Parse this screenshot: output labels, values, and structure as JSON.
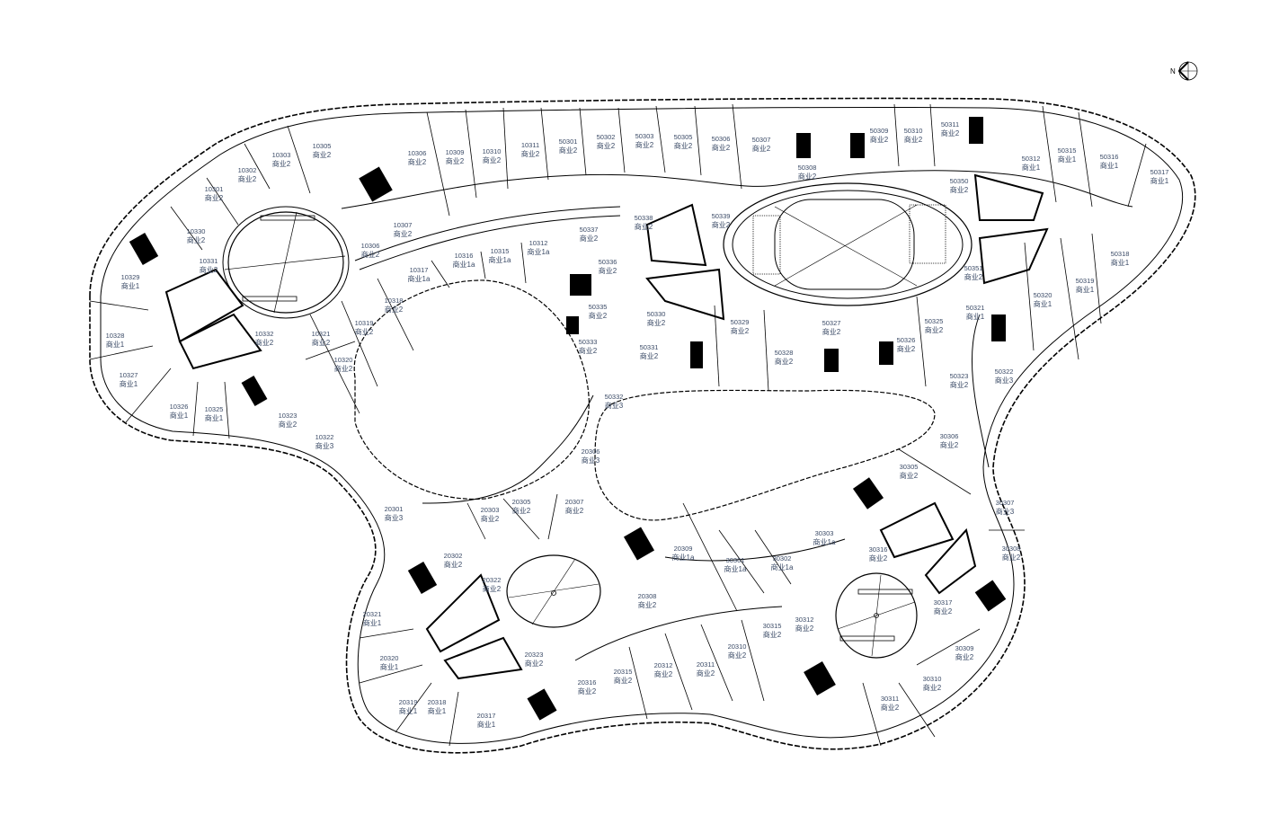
{
  "plan": {
    "line_color": "#000000",
    "label_color": "#3a4a66",
    "compass_label": "N",
    "units": [
      {
        "no": "10301",
        "use": "商业2"
      },
      {
        "no": "10302",
        "use": "商业2"
      },
      {
        "no": "10303",
        "use": "商业2"
      },
      {
        "no": "10305",
        "use": "商业2"
      },
      {
        "no": "10306",
        "use": "商业2"
      },
      {
        "no": "10309",
        "use": "商业2"
      },
      {
        "no": "10310",
        "use": "商业2"
      },
      {
        "no": "10311",
        "use": "商业2"
      },
      {
        "no": "10307",
        "use": "商业2"
      },
      {
        "no": "10306",
        "use": "商业2"
      },
      {
        "no": "10330",
        "use": "商业2"
      },
      {
        "no": "10331",
        "use": "商业2"
      },
      {
        "no": "10329",
        "use": "商业1"
      },
      {
        "no": "10328",
        "use": "商业1"
      },
      {
        "no": "10327",
        "use": "商业1"
      },
      {
        "no": "10326",
        "use": "商业1"
      },
      {
        "no": "10325",
        "use": "商业1"
      },
      {
        "no": "10323",
        "use": "商业2"
      },
      {
        "no": "10322",
        "use": "商业3"
      },
      {
        "no": "10332",
        "use": "商业2"
      },
      {
        "no": "10321",
        "use": "商业2"
      },
      {
        "no": "10320",
        "use": "商业2"
      },
      {
        "no": "10319",
        "use": "商业2"
      },
      {
        "no": "10318",
        "use": "商业2"
      },
      {
        "no": "10317",
        "use": "商业1a"
      },
      {
        "no": "10316",
        "use": "商业1a"
      },
      {
        "no": "10315",
        "use": "商业1a"
      },
      {
        "no": "10312",
        "use": "商业1a"
      },
      {
        "no": "50301",
        "use": "商业2"
      },
      {
        "no": "50302",
        "use": "商业2"
      },
      {
        "no": "50303",
        "use": "商业2"
      },
      {
        "no": "50305",
        "use": "商业2"
      },
      {
        "no": "50306",
        "use": "商业2"
      },
      {
        "no": "50307",
        "use": "商业2"
      },
      {
        "no": "50309",
        "use": "商业2"
      },
      {
        "no": "50310",
        "use": "商业2"
      },
      {
        "no": "50311",
        "use": "商业2"
      },
      {
        "no": "50308",
        "use": "商业2"
      },
      {
        "no": "50312",
        "use": "商业1"
      },
      {
        "no": "50315",
        "use": "商业1"
      },
      {
        "no": "50316",
        "use": "商业1"
      },
      {
        "no": "50317",
        "use": "商业1"
      },
      {
        "no": "50350",
        "use": "商业2"
      },
      {
        "no": "50351",
        "use": "商业2"
      },
      {
        "no": "50318",
        "use": "商业1"
      },
      {
        "no": "50319",
        "use": "商业1"
      },
      {
        "no": "50320",
        "use": "商业1"
      },
      {
        "no": "50321",
        "use": "商业1"
      },
      {
        "no": "50322",
        "use": "商业3"
      },
      {
        "no": "50323",
        "use": "商业2"
      },
      {
        "no": "50325",
        "use": "商业2"
      },
      {
        "no": "50326",
        "use": "商业2"
      },
      {
        "no": "50327",
        "use": "商业2"
      },
      {
        "no": "50328",
        "use": "商业2"
      },
      {
        "no": "50329",
        "use": "商业2"
      },
      {
        "no": "50330",
        "use": "商业2"
      },
      {
        "no": "50331",
        "use": "商业2"
      },
      {
        "no": "50332",
        "use": "商业3"
      },
      {
        "no": "50333",
        "use": "商业2"
      },
      {
        "no": "50335",
        "use": "商业2"
      },
      {
        "no": "50336",
        "use": "商业2"
      },
      {
        "no": "50337",
        "use": "商业2"
      },
      {
        "no": "50338",
        "use": "商业2"
      },
      {
        "no": "50339",
        "use": "商业2"
      },
      {
        "no": "20301",
        "use": "商业3"
      },
      {
        "no": "20302",
        "use": "商业2"
      },
      {
        "no": "20303",
        "use": "商业2"
      },
      {
        "no": "20305",
        "use": "商业2"
      },
      {
        "no": "20306",
        "use": "商业3"
      },
      {
        "no": "20307",
        "use": "商业2"
      },
      {
        "no": "20308",
        "use": "商业2"
      },
      {
        "no": "20309",
        "use": "商业1a"
      },
      {
        "no": "20310",
        "use": "商业2"
      },
      {
        "no": "20311",
        "use": "商业2"
      },
      {
        "no": "20312",
        "use": "商业2"
      },
      {
        "no": "20315",
        "use": "商业2"
      },
      {
        "no": "20316",
        "use": "商业2"
      },
      {
        "no": "20317",
        "use": "商业1"
      },
      {
        "no": "20318",
        "use": "商业1"
      },
      {
        "no": "20319",
        "use": "商业1"
      },
      {
        "no": "20320",
        "use": "商业1"
      },
      {
        "no": "20321",
        "use": "商业1"
      },
      {
        "no": "20322",
        "use": "商业2"
      },
      {
        "no": "20323",
        "use": "商业2"
      },
      {
        "no": "30301",
        "use": "商业1a"
      },
      {
        "no": "30302",
        "use": "商业1a"
      },
      {
        "no": "30303",
        "use": "商业1a"
      },
      {
        "no": "30305",
        "use": "商业2"
      },
      {
        "no": "30306",
        "use": "商业2"
      },
      {
        "no": "30307",
        "use": "商业3"
      },
      {
        "no": "30308",
        "use": "商业2"
      },
      {
        "no": "30309",
        "use": "商业2"
      },
      {
        "no": "30310",
        "use": "商业2"
      },
      {
        "no": "30311",
        "use": "商业2"
      },
      {
        "no": "30312",
        "use": "商业2"
      },
      {
        "no": "30315",
        "use": "商业2"
      },
      {
        "no": "30316",
        "use": "商业2"
      },
      {
        "no": "30317",
        "use": "商业2"
      }
    ]
  }
}
